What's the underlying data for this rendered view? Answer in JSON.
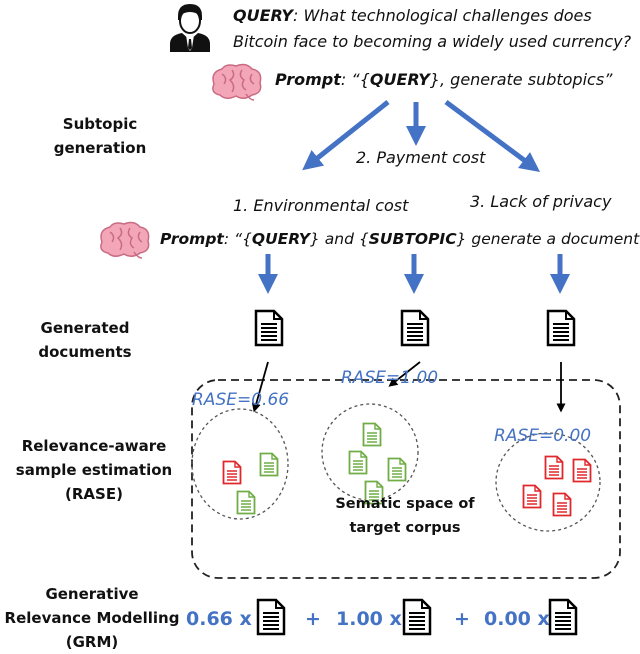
{
  "query": {
    "label": "QUERY",
    "line1": "What technological challenges does",
    "line2": "Bitcoin face to becoming a widely used currency?"
  },
  "prompt1": {
    "label": "Prompt",
    "text_prefix": "“{",
    "query_token": "QUERY",
    "text_suffix": "}, generate subtopics”"
  },
  "prompt2": {
    "label": "Prompt",
    "text_prefix": "“{",
    "query_token": "QUERY",
    "mid": "} and {",
    "subtopic_token": "SUBTOPIC",
    "text_suffix": "} generate a document”"
  },
  "stages": {
    "subtopic_generation": [
      "Subtopic",
      "generation"
    ],
    "generated_documents": [
      "Generated",
      "documents"
    ],
    "rase": [
      "Relevance-aware",
      "sample estimation",
      "(RASE)"
    ],
    "grm": [
      "Generative",
      "Relevance Modelling",
      "(GRM)"
    ]
  },
  "subtopics": [
    "1. Environmental cost",
    "2. Payment cost",
    "3. Lack of privacy"
  ],
  "rase_scores": [
    "RASE=0.66",
    "RASE=1.00",
    "RASE=0.00"
  ],
  "semantic_space": [
    "Sematic space of",
    "target corpus"
  ],
  "grm_terms": {
    "coefs": [
      "0.66 x",
      "1.00 x",
      "0.00 x"
    ],
    "plus": "+"
  },
  "colors": {
    "accent_blue": "#4472c4",
    "relevant_doc": "#70ad47",
    "irrelevant_doc": "#e0282c",
    "dashed": "#222222"
  },
  "icons": {
    "user": "person-icon",
    "llm": "brain-icon",
    "document": "document-icon"
  }
}
